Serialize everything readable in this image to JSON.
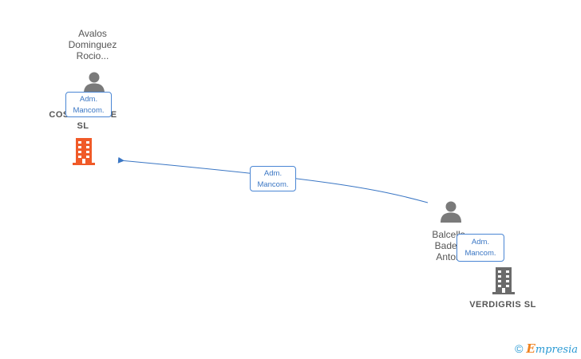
{
  "nodes": {
    "person_avalos": {
      "name_line1": "Avalos",
      "name_line2": "Dominguez",
      "name_line3": "Rocio..."
    },
    "company_cosmos": {
      "name_line1": "COS",
      "name_line1_end": "E",
      "name_line2": "SL",
      "color": "#f05a28"
    },
    "person_balcells": {
      "name_line1": "Balcells",
      "name_line2": "Baden",
      "name_line3": "Anton"
    },
    "company_verdigris": {
      "name": "VERDIGRIS  SL",
      "color": "#6b6b6b"
    }
  },
  "edges": [
    {
      "label_line1": "Adm.",
      "label_line2": "Mancom."
    },
    {
      "label_line1": "Adm.",
      "label_line2": "Mancom."
    },
    {
      "label_line1": "Adm.",
      "label_line2": "Mancom."
    }
  ],
  "colors": {
    "edge": "#3a76c4",
    "person_icon": "#7a7a7a"
  },
  "footer": {
    "copyright_symbol": "©",
    "brand_initial": "E",
    "brand_rest": "mpresia"
  }
}
